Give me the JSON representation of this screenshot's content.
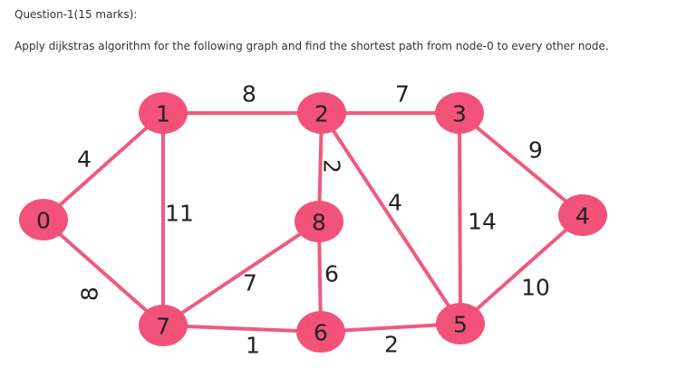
{
  "question": {
    "title": "Question-1(15 marks):",
    "body": "Apply dijkstras algorithm for the following graph and find the shortest path from node-0 to every other node."
  },
  "graph": {
    "colors": {
      "node": "#f2527a",
      "edge": "#ef5a7f",
      "text": "#222222"
    },
    "nodes": [
      {
        "id": "0",
        "label": "0"
      },
      {
        "id": "1",
        "label": "1"
      },
      {
        "id": "2",
        "label": "2"
      },
      {
        "id": "3",
        "label": "3"
      },
      {
        "id": "4",
        "label": "4"
      },
      {
        "id": "5",
        "label": "5"
      },
      {
        "id": "6",
        "label": "6"
      },
      {
        "id": "7",
        "label": "7"
      },
      {
        "id": "8",
        "label": "8"
      }
    ],
    "edges": [
      {
        "from": "0",
        "to": "1",
        "weight": "4"
      },
      {
        "from": "0",
        "to": "7",
        "weight": "8"
      },
      {
        "from": "1",
        "to": "2",
        "weight": "8"
      },
      {
        "from": "1",
        "to": "7",
        "weight": "11"
      },
      {
        "from": "2",
        "to": "3",
        "weight": "7"
      },
      {
        "from": "2",
        "to": "8",
        "weight": "2"
      },
      {
        "from": "2",
        "to": "5",
        "weight": "4"
      },
      {
        "from": "3",
        "to": "4",
        "weight": "9"
      },
      {
        "from": "3",
        "to": "5",
        "weight": "14"
      },
      {
        "from": "4",
        "to": "5",
        "weight": "10"
      },
      {
        "from": "5",
        "to": "6",
        "weight": "2"
      },
      {
        "from": "6",
        "to": "7",
        "weight": "1"
      },
      {
        "from": "6",
        "to": "8",
        "weight": "6"
      },
      {
        "from": "7",
        "to": "8",
        "weight": "7"
      }
    ]
  }
}
